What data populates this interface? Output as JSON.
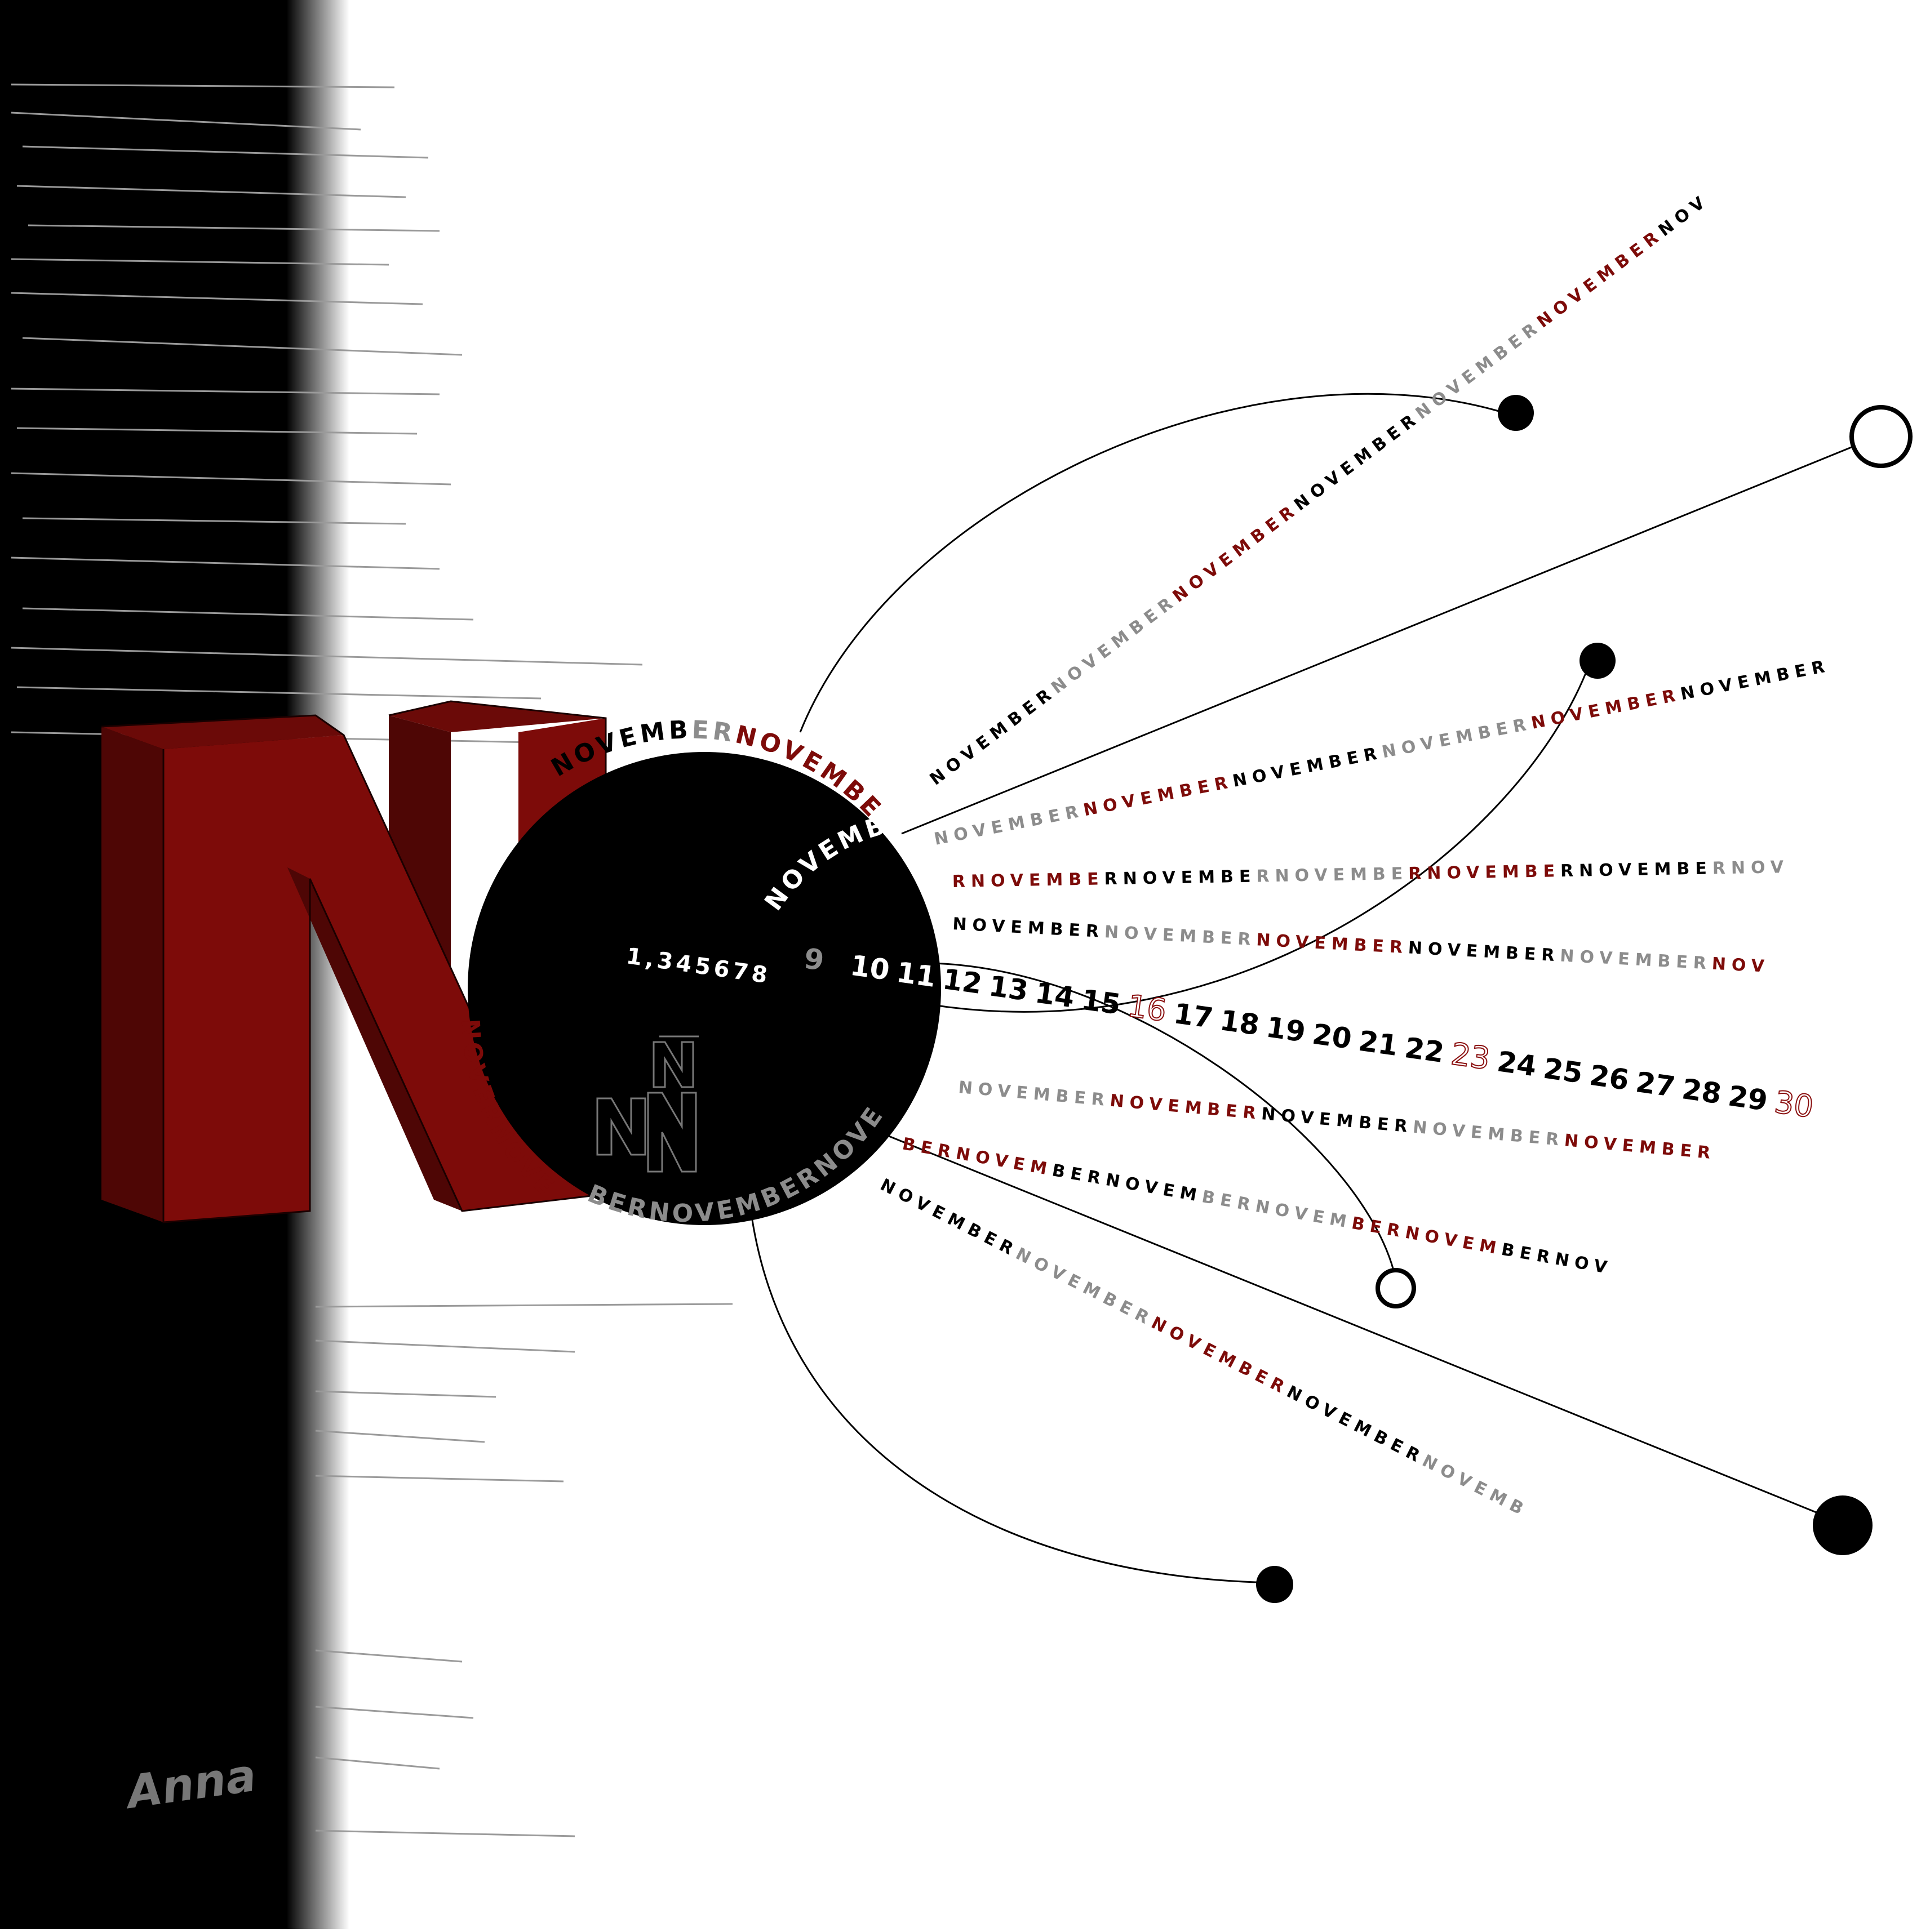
{
  "colors": {
    "background": "#ffffff",
    "black": "#000000",
    "dark_red": "#7d0b09",
    "red_shadow": "#4e0605",
    "grey": "#8c8c8c",
    "light_grey": "#bdbdbd"
  },
  "artwork": {
    "big_letter": "N",
    "signature": "Anna"
  },
  "ring": {
    "top_arc": {
      "part1": "NOVEMB",
      "part2": "ER",
      "part3": "NOVEMBE",
      "part4": "R"
    },
    "inner_word": "NOVEMB",
    "left_arc": "NOVERNOVE",
    "bottom_arc": "BERNOVEMBERNOVEMBER"
  },
  "calendar": {
    "lead_days": "1,345678",
    "days": [
      {
        "label": "9",
        "style": "grey"
      },
      {
        "label": "10",
        "style": "normal"
      },
      {
        "label": "11",
        "style": "normal"
      },
      {
        "label": "12",
        "style": "normal"
      },
      {
        "label": "13",
        "style": "normal"
      },
      {
        "label": "14",
        "style": "normal"
      },
      {
        "label": "15",
        "style": "normal"
      },
      {
        "label": "16",
        "style": "outline"
      },
      {
        "label": "17",
        "style": "normal"
      },
      {
        "label": "18",
        "style": "normal"
      },
      {
        "label": "19",
        "style": "normal"
      },
      {
        "label": "20",
        "style": "normal"
      },
      {
        "label": "21",
        "style": "normal"
      },
      {
        "label": "22",
        "style": "normal"
      },
      {
        "label": "23",
        "style": "outline"
      },
      {
        "label": "24",
        "style": "normal"
      },
      {
        "label": "25",
        "style": "normal"
      },
      {
        "label": "26",
        "style": "normal"
      },
      {
        "label": "27",
        "style": "normal"
      },
      {
        "label": "28",
        "style": "normal"
      },
      {
        "label": "29",
        "style": "normal"
      },
      {
        "label": "30",
        "style": "outline"
      }
    ]
  },
  "rays": [
    "NOVEMBERNOVEMBERNOVEMBERNOVEMBERNOVEMBERNOVEMBERNOV",
    "NOVEMBERNOVEMBERNOVEMBERNOVEMBERNOVEMBERNOVEMBER",
    "RNOVEMBERNOVEMBERNOVEMBERNOVEMBERNOVEMBERNOV",
    "NOVEMBERNOVEMBERNOVEMBERNOVEMBERNOVEMBERNOV",
    "NOVEMBERNOVEMBERNOVEMBERNOVEMBERNOVEMBER",
    "BERNOVEMBERNOVEMBERNOVEMBERNOVEMBERNOV",
    "NOVEMBERNOVEMBERNOVEMBERNOVEMBERNOVEMB"
  ]
}
